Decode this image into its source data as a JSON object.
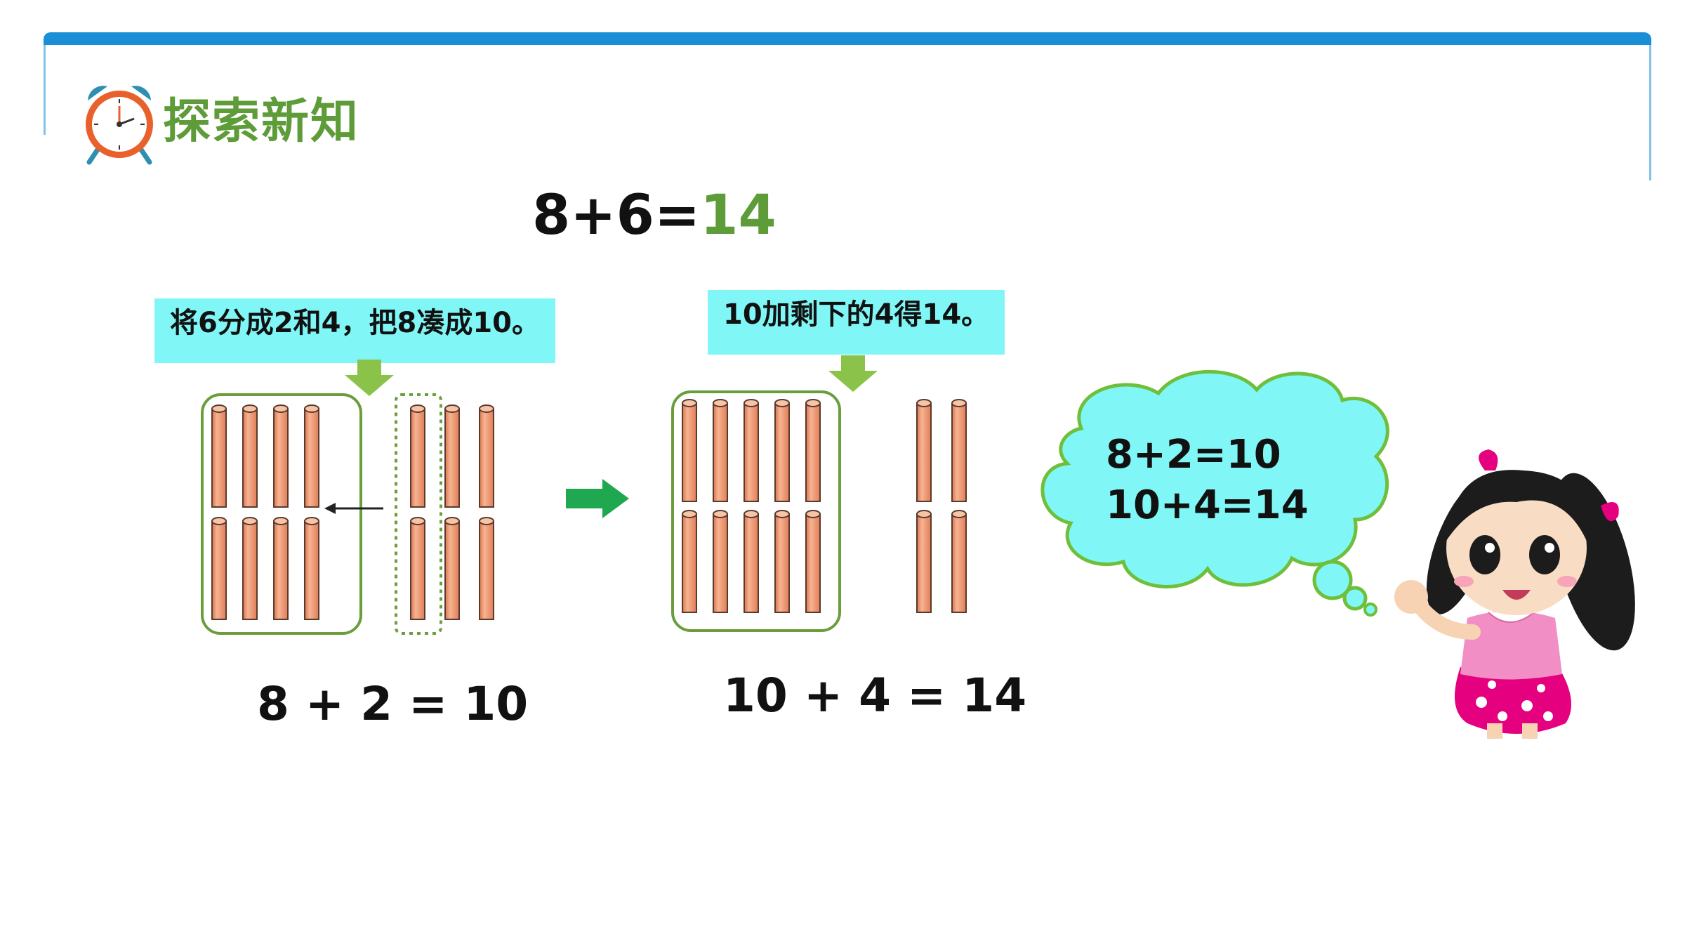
{
  "header": {
    "title": "探索新知"
  },
  "main_equation": {
    "lhs": "8+6=",
    "result": "14"
  },
  "hints": [
    "将6分成2和4，把8凑成10。",
    "10加剩下的4得14。"
  ],
  "bottom_equations": {
    "left": "8 + 2 = 10",
    "right": "10 + 4 = 14"
  },
  "thought_bubble": {
    "line1": "8+2=10",
    "line2": "10+4=14"
  },
  "colors": {
    "accent_green": "#5e9c3a",
    "frame_blue": "#1b8fd6",
    "hint_background": "#80f7f6",
    "stick_orange": "#f1a07e",
    "arrow_green": "#1fa84f",
    "down_arrow_green": "#8bc34a",
    "cloud_fill": "#80f7f6",
    "cloud_stroke": "#6fbf3a"
  },
  "icons": {
    "header_icon": "alarm-clock-icon"
  }
}
